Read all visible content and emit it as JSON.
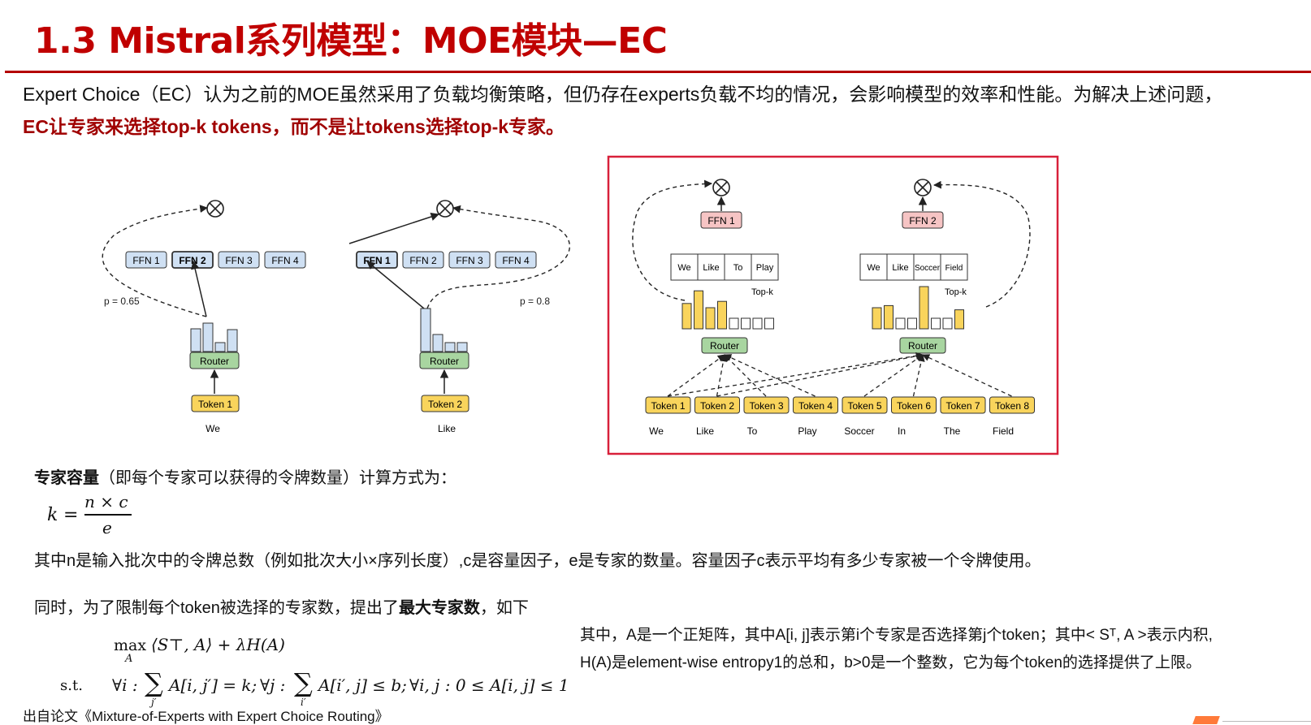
{
  "title": "1.3 Mistral系列模型：MOE模块—EC",
  "intro": {
    "line1": "Expert Choice（EC）认为之前的MOE虽然采用了负载均衡策略，但仍存在experts负载不均的情况，会影响模型的效率和性能。为解决上述问题，",
    "line2": "EC让专家来选择top-k tokens，而不是让tokens选择top-k专家。"
  },
  "diagram": {
    "left": {
      "ffns": [
        "FFN 1",
        "FFN 2",
        "FFN 3",
        "FFN 4"
      ],
      "prob1": "p = 0.65",
      "prob2": "p = 0.8",
      "router": "Router",
      "token1": "Token 1",
      "token2": "Token 2",
      "word1": "We",
      "word2": "Like"
    },
    "right": {
      "ffn1": "FFN 1",
      "ffn2": "FFN 2",
      "topk": "Top-k",
      "router": "Router",
      "expert1_tokens": [
        "We",
        "Like",
        "To",
        "Play"
      ],
      "expert2_tokens": [
        "We",
        "Like",
        "Soccer",
        "Field"
      ],
      "tokens": [
        "Token 1",
        "Token 2",
        "Token 3",
        "Token 4",
        "Token 5",
        "Token 6",
        "Token 7",
        "Token 8"
      ],
      "words": [
        "We",
        "Like",
        "To",
        "Play",
        "Soccer",
        "In",
        "The",
        "Field"
      ],
      "bars1": [
        0.6,
        0.9,
        0.5,
        0.65,
        0.25,
        0.25,
        0.25,
        0.25
      ],
      "bars2": [
        0.5,
        0.55,
        0.25,
        0.25,
        1.0,
        0.25,
        0.25,
        0.45
      ]
    }
  },
  "capacity": {
    "label_bold": "专家容量",
    "label_rest": "（即每个专家可以获得的令牌数量）计算方式为：",
    "formula_k": "k",
    "formula_eq": "=",
    "formula_num": "n × c",
    "formula_den": "e"
  },
  "para_n": "其中n是输入批次中的令牌总数（例如批次大小×序列长度）,c是容量因子，e是专家的数量。容量因子c表示平均有多少专家被一个令牌使用。",
  "para_max": {
    "pre": "同时，为了限制每个token被选择的专家数，提出了",
    "bold": "最大专家数",
    "post": "，如下"
  },
  "opt": {
    "max": "max",
    "sub_a": "A",
    "objective": "⟨S⊤, A⟩ + λH(A)",
    "st": "s.t.",
    "c1": "∀i :",
    "sum1": "∑",
    "sub_j": "j′",
    "c1b": "A[i, j′] = k;",
    "c2": "∀j :",
    "sum2": "∑",
    "sub_i": "i′",
    "c2b": "A[i′, j] ≤ b;",
    "c3": "∀i, j :  0 ≤ A[i, j] ≤ 1"
  },
  "explain": {
    "line1": "其中，A是一个正矩阵，其中A[i, j]表示第i个专家是否选择第j个token；其中< Sᵀ, A >表示内积,",
    "line2": "H(A)是element-wise entropy1的总和，b>0是一个整数，它为每个token的选择提供了上限。"
  },
  "citation": "出自论文《Mixture-of-Experts with Expert Choice Routing》",
  "colors": {
    "title": "#c00000",
    "highlight": "#a00000",
    "token": "#f9d45c",
    "router": "#a8d5a0",
    "ffn_blue": "#cfe0f3",
    "ffn_pink": "#f6c4c4",
    "frame": "#d8203a"
  }
}
